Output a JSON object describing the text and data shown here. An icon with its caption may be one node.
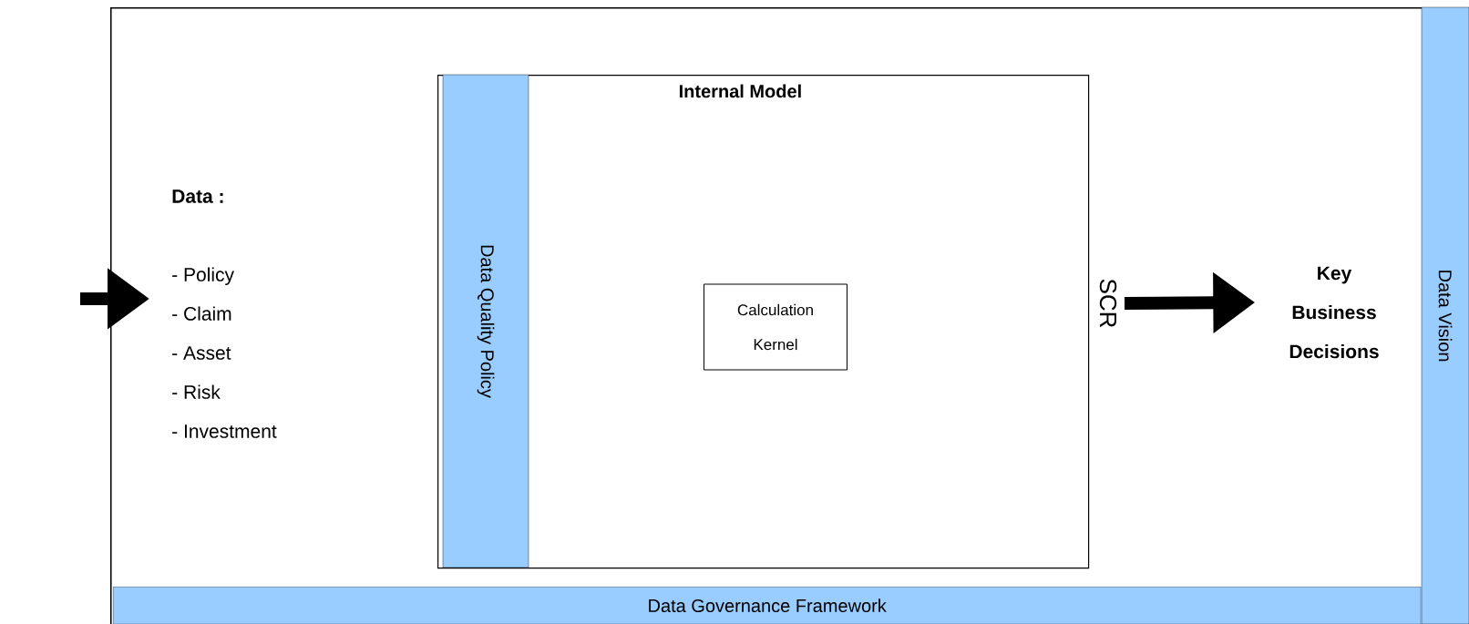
{
  "diagram": {
    "nodes": [
      {
        "text": [],
        "shape": "box"
      },
      {
        "text": [
          "Data :",
          "- Policy",
          "- Claim",
          "- Asset",
          "- Risk",
          "- Investment"
        ],
        "in": 0
      },
      {
        "text": [
          "Internal Model"
        ],
        "in": 0
      },
      {
        "text": [
          "Data Quality Policy"
        ],
        "in": 2
      },
      {
        "text": [
          "Calculation Kernel"
        ],
        "in": 2
      },
      {
        "text": [
          "SCR"
        ],
        "in": 0
      },
      {
        "text": [
          "Key Business Decisions"
        ],
        "in": 0
      },
      {
        "text": [
          "Data Vision"
        ]
      },
      {
        "text": [
          "Data Governance Framework"
        ],
        "in": 0
      }
    ],
    "edges": [
      {
        "from": null,
        "to": 1,
        "arrow": "to"
      },
      {
        "from": 5,
        "to": 6,
        "arrow": "to"
      }
    ]
  }
}
